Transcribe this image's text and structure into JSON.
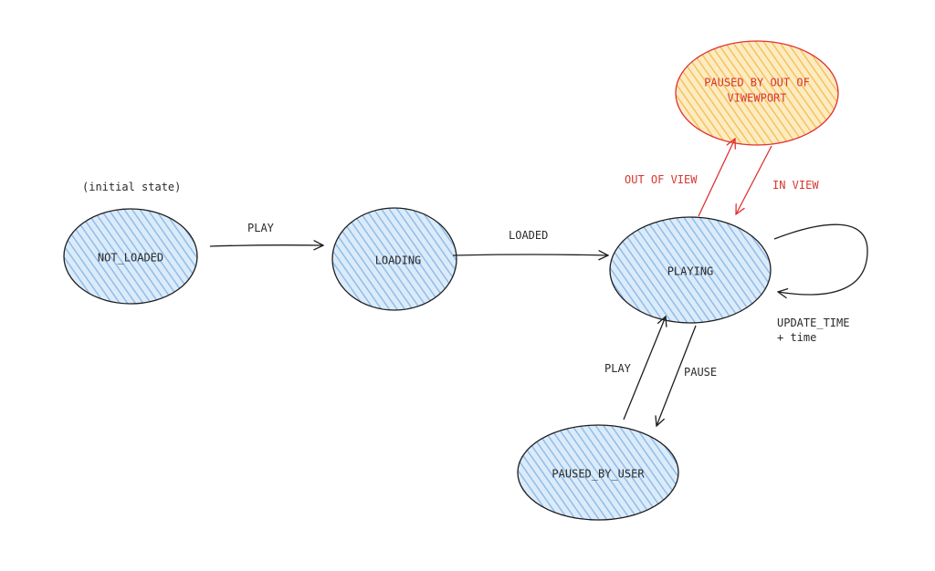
{
  "colors": {
    "state_fill": "#a9cdf2",
    "state_stroke": "#1e1e1e",
    "alert_fill": "#fbd583",
    "alert_stroke": "#e03131",
    "alert_text": "#d9362f",
    "edge": "#1e1e1e"
  },
  "notes": {
    "initial_state": "(initial state)"
  },
  "states": {
    "not_loaded": {
      "label": "NOT_LOADED"
    },
    "loading": {
      "label": "LOADING"
    },
    "playing": {
      "label": "PLAYING"
    },
    "paused_by_user": {
      "label": "PAUSED_BY_USER"
    },
    "paused_by_viewport": {
      "lines": [
        "PAUSED BY OUT OF",
        "VIWEWPORT"
      ]
    }
  },
  "transitions": {
    "play_from_not_loaded": "PLAY",
    "loaded": "LOADED",
    "out_of_view": "OUT OF VIEW",
    "in_view": "IN VIEW",
    "update_time": {
      "lines": [
        "UPDATE_TIME",
        "+ time"
      ]
    },
    "play_from_paused": "PLAY",
    "pause": "PAUSE"
  }
}
